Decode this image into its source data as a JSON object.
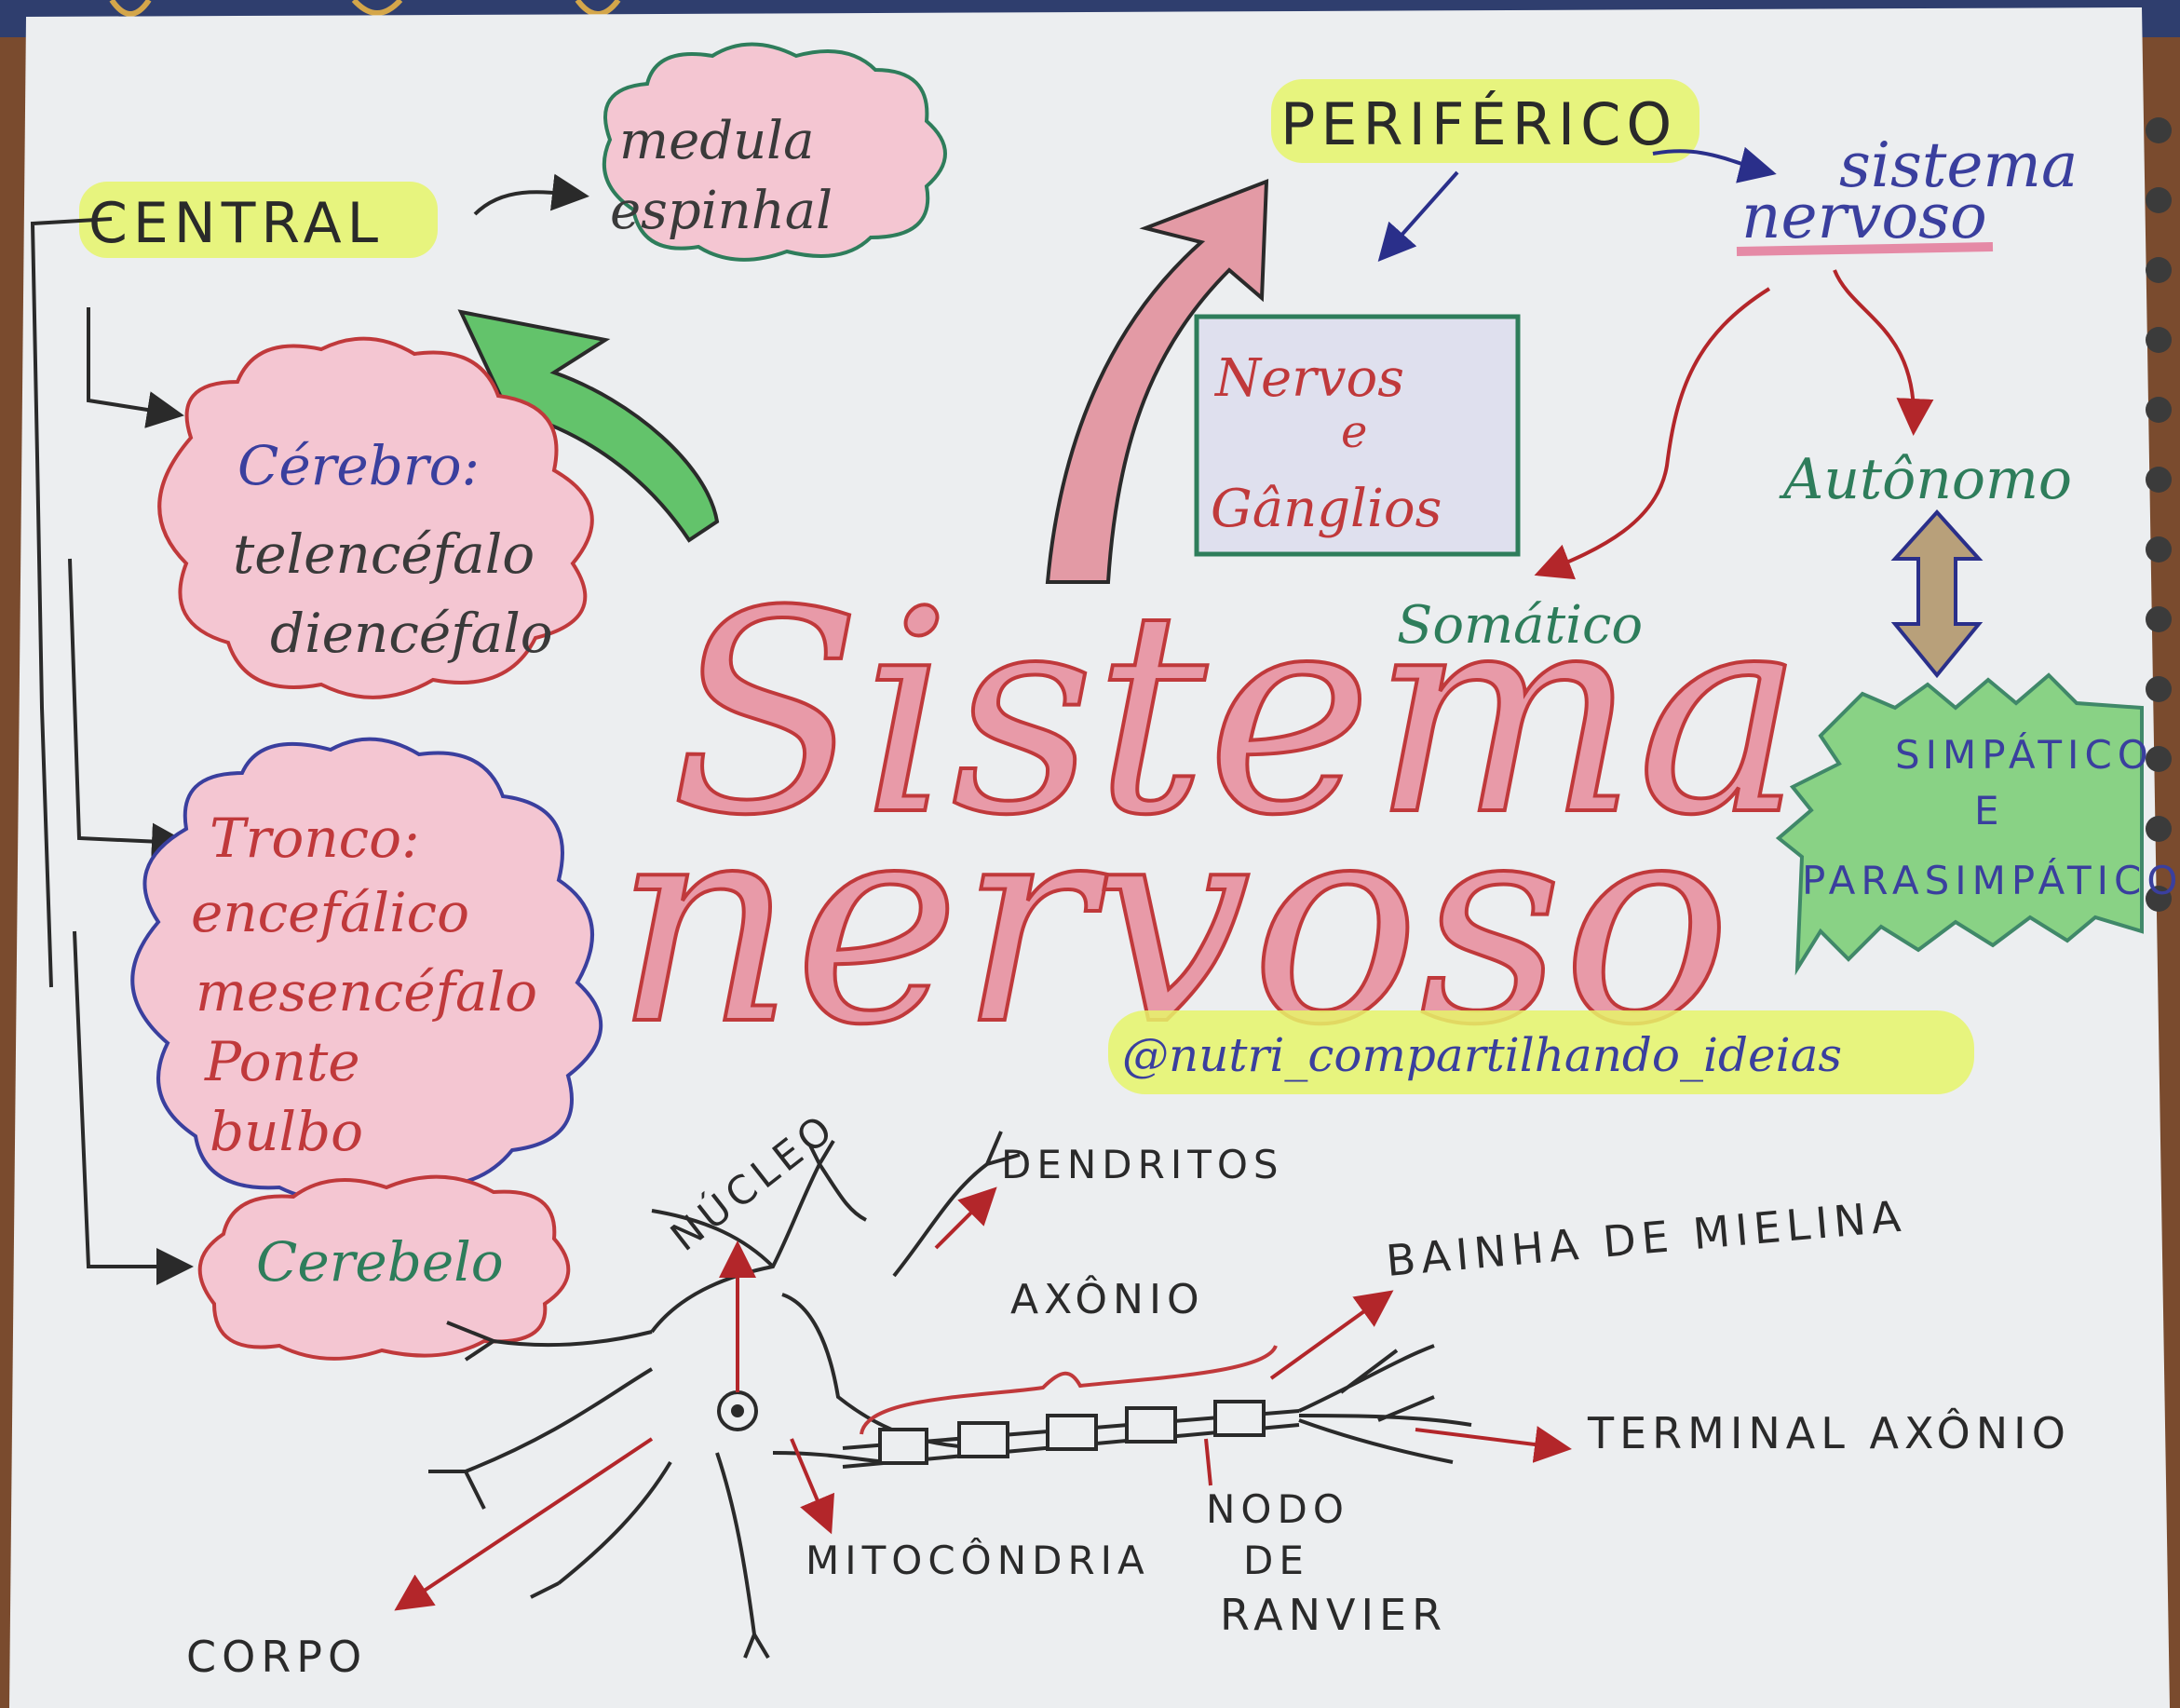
{
  "title": {
    "line1": "Sistema",
    "line2": "nervoso"
  },
  "handle": "@nutri_compartilhando_ideias",
  "central": {
    "label": "CENTRAL",
    "medula": {
      "line1": "medula",
      "line2": "espinhal"
    },
    "cerebro": {
      "line1": "Cérebro:",
      "line2": "telencéfalo",
      "line3": "diencéfalo"
    },
    "tronco": {
      "line1": "Tronco:",
      "line2": "encefálico",
      "line3": "mesencéfalo",
      "line4": "Ponte",
      "line5": "bulbo"
    },
    "cerebelo": "Cerebelo"
  },
  "periferico": {
    "label": "PERIFÉRICO",
    "nervos": {
      "line1": "Nervos",
      "line2": "e",
      "line3": "Gânglios"
    },
    "sistema_nervoso": {
      "line1": "sistema",
      "line2": "nervoso"
    },
    "somatico": "Somático",
    "autonomo": "Autônomo",
    "simpatico": {
      "line1": "SIMPÁTICO",
      "line2": "E",
      "line3": "PARASIMPÁTICO"
    }
  },
  "neuron": {
    "nucleo": "NÚCLEO",
    "dendritos": "DENDRITOS",
    "axonio": "AXÔNIO",
    "bainha": "BAINHA DE MIELINA",
    "terminal": "TERMINAL AXÔNIO",
    "mitocondria": "MITOCÔNDRIA",
    "nodo": {
      "line1": "NODO",
      "line2": "DE",
      "line3": "RANVIER"
    },
    "corpo": "CORPO"
  },
  "colors": {
    "paper": "#eceef0",
    "ink_dark": "#2a2a2a",
    "ink_red": "#c0393b",
    "ink_green": "#2e7d5b",
    "ink_blue": "#3a3f9e",
    "highlighter_yellow": "#e6f56a",
    "cloud_pink": "#f4c6d2",
    "arrow_green": "#63c36b",
    "arrow_pink": "#e39aa5",
    "tan": "#b8a07a"
  }
}
